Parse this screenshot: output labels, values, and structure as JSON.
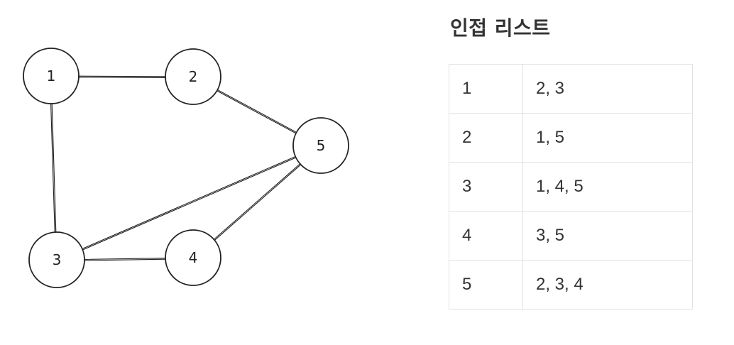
{
  "title": "인접 리스트",
  "graph": {
    "nodes": [
      {
        "id": "1",
        "label": "1"
      },
      {
        "id": "2",
        "label": "2"
      },
      {
        "id": "3",
        "label": "3"
      },
      {
        "id": "4",
        "label": "4"
      },
      {
        "id": "5",
        "label": "5"
      }
    ],
    "edges": [
      [
        "1",
        "2"
      ],
      [
        "1",
        "3"
      ],
      [
        "2",
        "5"
      ],
      [
        "3",
        "4"
      ],
      [
        "3",
        "5"
      ],
      [
        "4",
        "5"
      ]
    ]
  },
  "adjacency_list": [
    {
      "vertex": "1",
      "neighbors": "2, 3"
    },
    {
      "vertex": "2",
      "neighbors": "1, 5"
    },
    {
      "vertex": "3",
      "neighbors": "1, 4, 5"
    },
    {
      "vertex": "4",
      "neighbors": "3, 5"
    },
    {
      "vertex": "5",
      "neighbors": "2, 3, 4"
    }
  ]
}
